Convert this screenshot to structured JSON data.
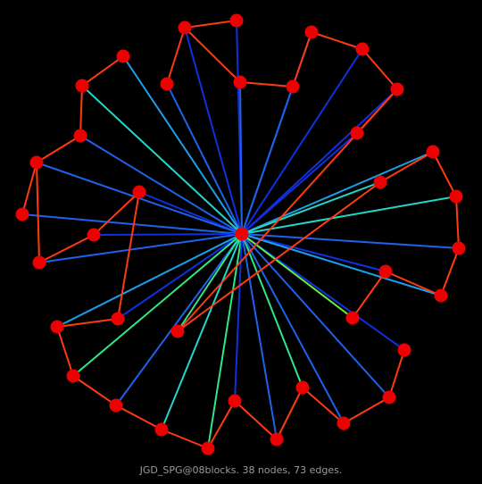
{
  "caption": "JGD_SPG@08blocks. 38 nodes, 73 edges.",
  "colors": {
    "background": "#000000",
    "node": "#ee0000",
    "ring_edge": "#ff3a12",
    "hub_edge_shades": [
      "#1030e0",
      "#1e62ea",
      "#1aa0e8",
      "#22d6c8",
      "#2ee888",
      "#64f040",
      "#b8f020"
    ]
  },
  "graph": {
    "nodes": 38,
    "edges": 73,
    "hub": "n0",
    "ring_edges": [
      [
        "n1",
        "n2"
      ],
      [
        "n1",
        "n3"
      ],
      [
        "n1",
        "n4"
      ],
      [
        "n3",
        "n5"
      ],
      [
        "n5",
        "n6"
      ],
      [
        "n6",
        "n7"
      ],
      [
        "n7",
        "n8"
      ],
      [
        "n8",
        "n37"
      ],
      [
        "n8",
        "n36"
      ],
      [
        "n9",
        "n10"
      ],
      [
        "n10",
        "n11"
      ],
      [
        "n11",
        "n12"
      ],
      [
        "n12",
        "n13"
      ],
      [
        "n12",
        "n14"
      ],
      [
        "n14",
        "n15"
      ],
      [
        "n15",
        "n16"
      ],
      [
        "n16",
        "n17"
      ],
      [
        "n17",
        "n18"
      ],
      [
        "n18",
        "n19"
      ],
      [
        "n19",
        "n20"
      ],
      [
        "n20",
        "n21"
      ],
      [
        "n21",
        "n22"
      ],
      [
        "n22",
        "n23"
      ],
      [
        "n23",
        "n24"
      ],
      [
        "n24",
        "n25"
      ],
      [
        "n25",
        "n26"
      ],
      [
        "n26",
        "n27"
      ],
      [
        "n27",
        "n28"
      ],
      [
        "n29",
        "n30"
      ],
      [
        "n30",
        "n31"
      ],
      [
        "n31",
        "n32"
      ],
      [
        "n32",
        "n33"
      ],
      [
        "n33",
        "n34"
      ],
      [
        "n34",
        "n35"
      ],
      [
        "n35",
        "n37"
      ]
    ],
    "hub_edges": [
      [
        "n1",
        0
      ],
      [
        "n2",
        0
      ],
      [
        "n3",
        1
      ],
      [
        "n4",
        1
      ],
      [
        "n5",
        1
      ],
      [
        "n6",
        1
      ],
      [
        "n7",
        0
      ],
      [
        "n8",
        0
      ],
      [
        "n9",
        2
      ],
      [
        "n10",
        3
      ],
      [
        "n11",
        1
      ],
      [
        "n13",
        1
      ],
      [
        "n14",
        1
      ],
      [
        "n15",
        0
      ],
      [
        "n16",
        0
      ],
      [
        "n17",
        0
      ],
      [
        "n18",
        2
      ],
      [
        "n19",
        4
      ],
      [
        "n20",
        1
      ],
      [
        "n21",
        3
      ],
      [
        "n22",
        4
      ],
      [
        "n23",
        0
      ],
      [
        "n24",
        1
      ],
      [
        "n25",
        4
      ],
      [
        "n26",
        1
      ],
      [
        "n27",
        1
      ],
      [
        "n28",
        0
      ],
      [
        "n29",
        5
      ],
      [
        "n30",
        0
      ],
      [
        "n31",
        2
      ],
      [
        "n32",
        1
      ],
      [
        "n33",
        3
      ],
      [
        "n34",
        2
      ],
      [
        "n35",
        3
      ],
      [
        "n36",
        0
      ],
      [
        "n37",
        4
      ],
      [
        "n12",
        1
      ],
      [
        "n0",
        0
      ]
    ]
  }
}
